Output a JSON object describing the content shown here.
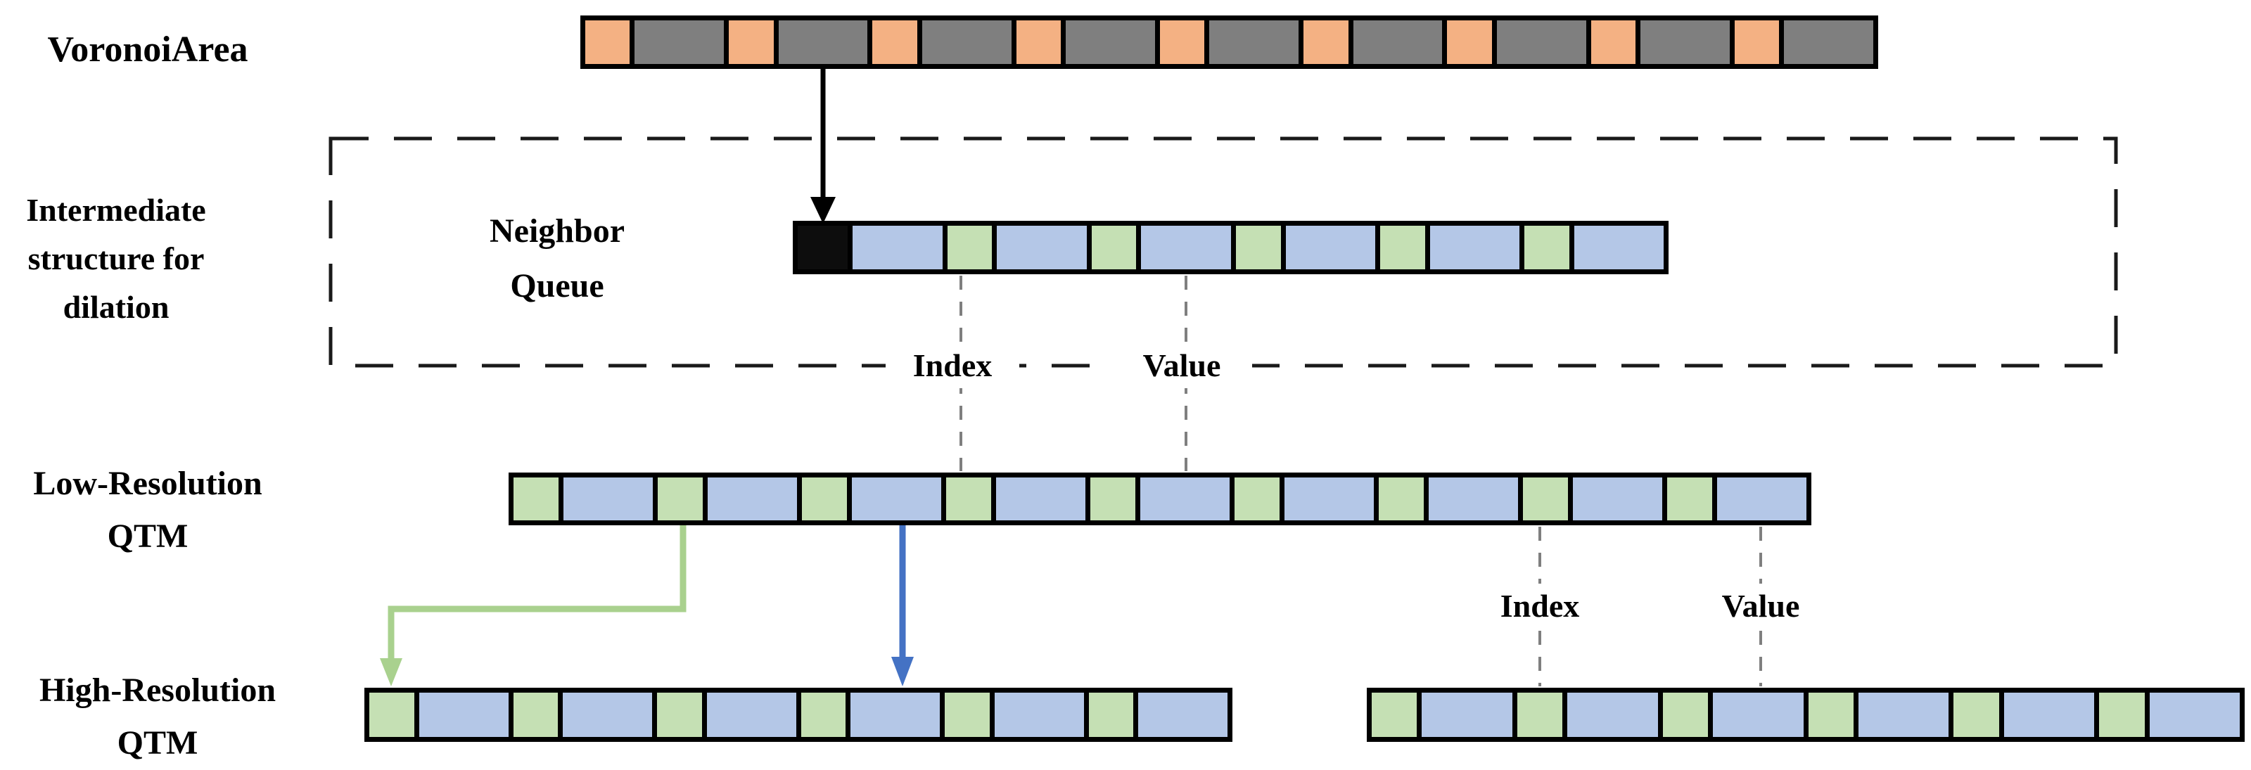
{
  "labels": {
    "voronoi_area": "VoronoiArea",
    "intermediate_line1": "Intermediate",
    "intermediate_line2": "structure for",
    "intermediate_line3": "dilation",
    "neighbor_queue_line1": "Neighbor",
    "neighbor_queue_line2": "Queue",
    "low_resolution_line1": "Low-Resolution",
    "low_resolution_line2": "QTM",
    "high_resolution_line1": "High-Resolution",
    "high_resolution_line2": "QTM",
    "index_label": "Index",
    "value_label": "Value"
  },
  "colors": {
    "voronoi_cell_orange": "#F4B183",
    "voronoi_cell_gray": "#7F7F7F",
    "qtm_cell_blue": "#B4C7E7",
    "qtm_cell_green": "#C5E0B4",
    "queue_head_black": "#0D0D0D",
    "arrow_black": "#000000",
    "arrow_green": "#A9D18E",
    "arrow_blue": "#4472C4",
    "dashed_line_gray": "#7F7F7F",
    "box_border": "#1A1A1A"
  },
  "bars": {
    "voronoi_area": {
      "cells": [
        "orange",
        "gray",
        "orange",
        "gray",
        "orange",
        "gray",
        "orange",
        "gray",
        "orange",
        "gray",
        "orange",
        "gray",
        "orange",
        "gray",
        "orange",
        "gray",
        "orange",
        "gray"
      ]
    },
    "neighbor_queue": {
      "cells": [
        "black",
        "blue",
        "green",
        "blue",
        "green",
        "blue",
        "green",
        "blue",
        "green",
        "blue",
        "green",
        "blue"
      ]
    },
    "low_resolution_qtm": {
      "cells": [
        "green",
        "blue",
        "green",
        "blue",
        "green",
        "blue",
        "green",
        "blue",
        "green",
        "blue",
        "green",
        "blue",
        "green",
        "blue",
        "green",
        "blue",
        "green",
        "blue"
      ]
    },
    "high_resolution_qtm_left": {
      "cells": [
        "green",
        "blue",
        "green",
        "blue",
        "green",
        "blue",
        "green",
        "blue",
        "green",
        "blue",
        "green",
        "blue"
      ]
    },
    "high_resolution_qtm_right": {
      "cells": [
        "green",
        "blue",
        "green",
        "blue",
        "green",
        "blue",
        "green",
        "blue",
        "green",
        "blue",
        "green",
        "blue"
      ]
    }
  }
}
